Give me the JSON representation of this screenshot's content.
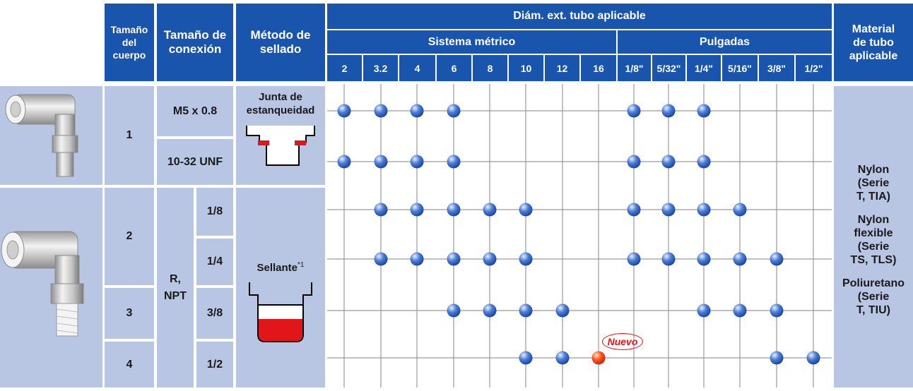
{
  "headers": {
    "body_size": [
      "Tamaño",
      "del",
      "cuerpo"
    ],
    "connection_size": [
      "Tamaño de",
      "conexión"
    ],
    "seal_method": [
      "Método de",
      "sellado"
    ],
    "applicable_od": "Diám. ext. tubo aplicable",
    "metric": "Sistema métrico",
    "inch": "Pulgadas",
    "material": [
      "Material",
      "de tubo",
      "aplicable"
    ]
  },
  "tube_sizes": [
    "2",
    "3.2",
    "4",
    "6",
    "8",
    "10",
    "12",
    "16",
    "1/8\"",
    "5/32\"",
    "1/4\"",
    "5/16\"",
    "3/8\"",
    "1/2\""
  ],
  "body_sizes": [
    "1",
    "2",
    "3",
    "4"
  ],
  "connections": {
    "m5": "M5 x 0.8",
    "unf": "10-32 UNF",
    "thread_type": [
      "R,",
      "NPT"
    ],
    "sizes": [
      "1/8",
      "1/4",
      "3/8",
      "1/2"
    ]
  },
  "seal": {
    "gasket": [
      "Junta de",
      "estanqueidad"
    ],
    "sealant": "Sellante",
    "sealant_note": "*1"
  },
  "materials": [
    [
      "Nylon",
      "(Serie",
      "T, TIA)"
    ],
    [
      "Nylon",
      "flexible",
      "(Serie",
      "TS, TLS)"
    ],
    [
      "Poliuretano",
      "(Serie",
      "T, TIU)"
    ]
  ],
  "new_badge": "Nuevo",
  "availability": [
    {
      "row": "M5 x 0.8",
      "cols": [
        0,
        1,
        2,
        3,
        8,
        9,
        10
      ],
      "new": []
    },
    {
      "row": "10-32 UNF",
      "cols": [
        0,
        1,
        2,
        3,
        8,
        9,
        10
      ],
      "new": []
    },
    {
      "row": "1/8",
      "cols": [
        1,
        2,
        3,
        4,
        5,
        8,
        9,
        10,
        11
      ],
      "new": []
    },
    {
      "row": "1/4",
      "cols": [
        1,
        2,
        3,
        4,
        5,
        8,
        9,
        10,
        11,
        12
      ],
      "new": []
    },
    {
      "row": "3/8",
      "cols": [
        3,
        4,
        5,
        6,
        10,
        11,
        12
      ],
      "new": []
    },
    {
      "row": "1/2",
      "cols": [
        5,
        6,
        12,
        13
      ],
      "new": [
        7
      ]
    }
  ],
  "colors": {
    "header_blue": "#1a55ad",
    "cell_lavender": "#b8c6e4",
    "dot_blue": "#3d6fd0",
    "dot_new": "#ff4a1c",
    "seal_red": "#e0161b"
  }
}
